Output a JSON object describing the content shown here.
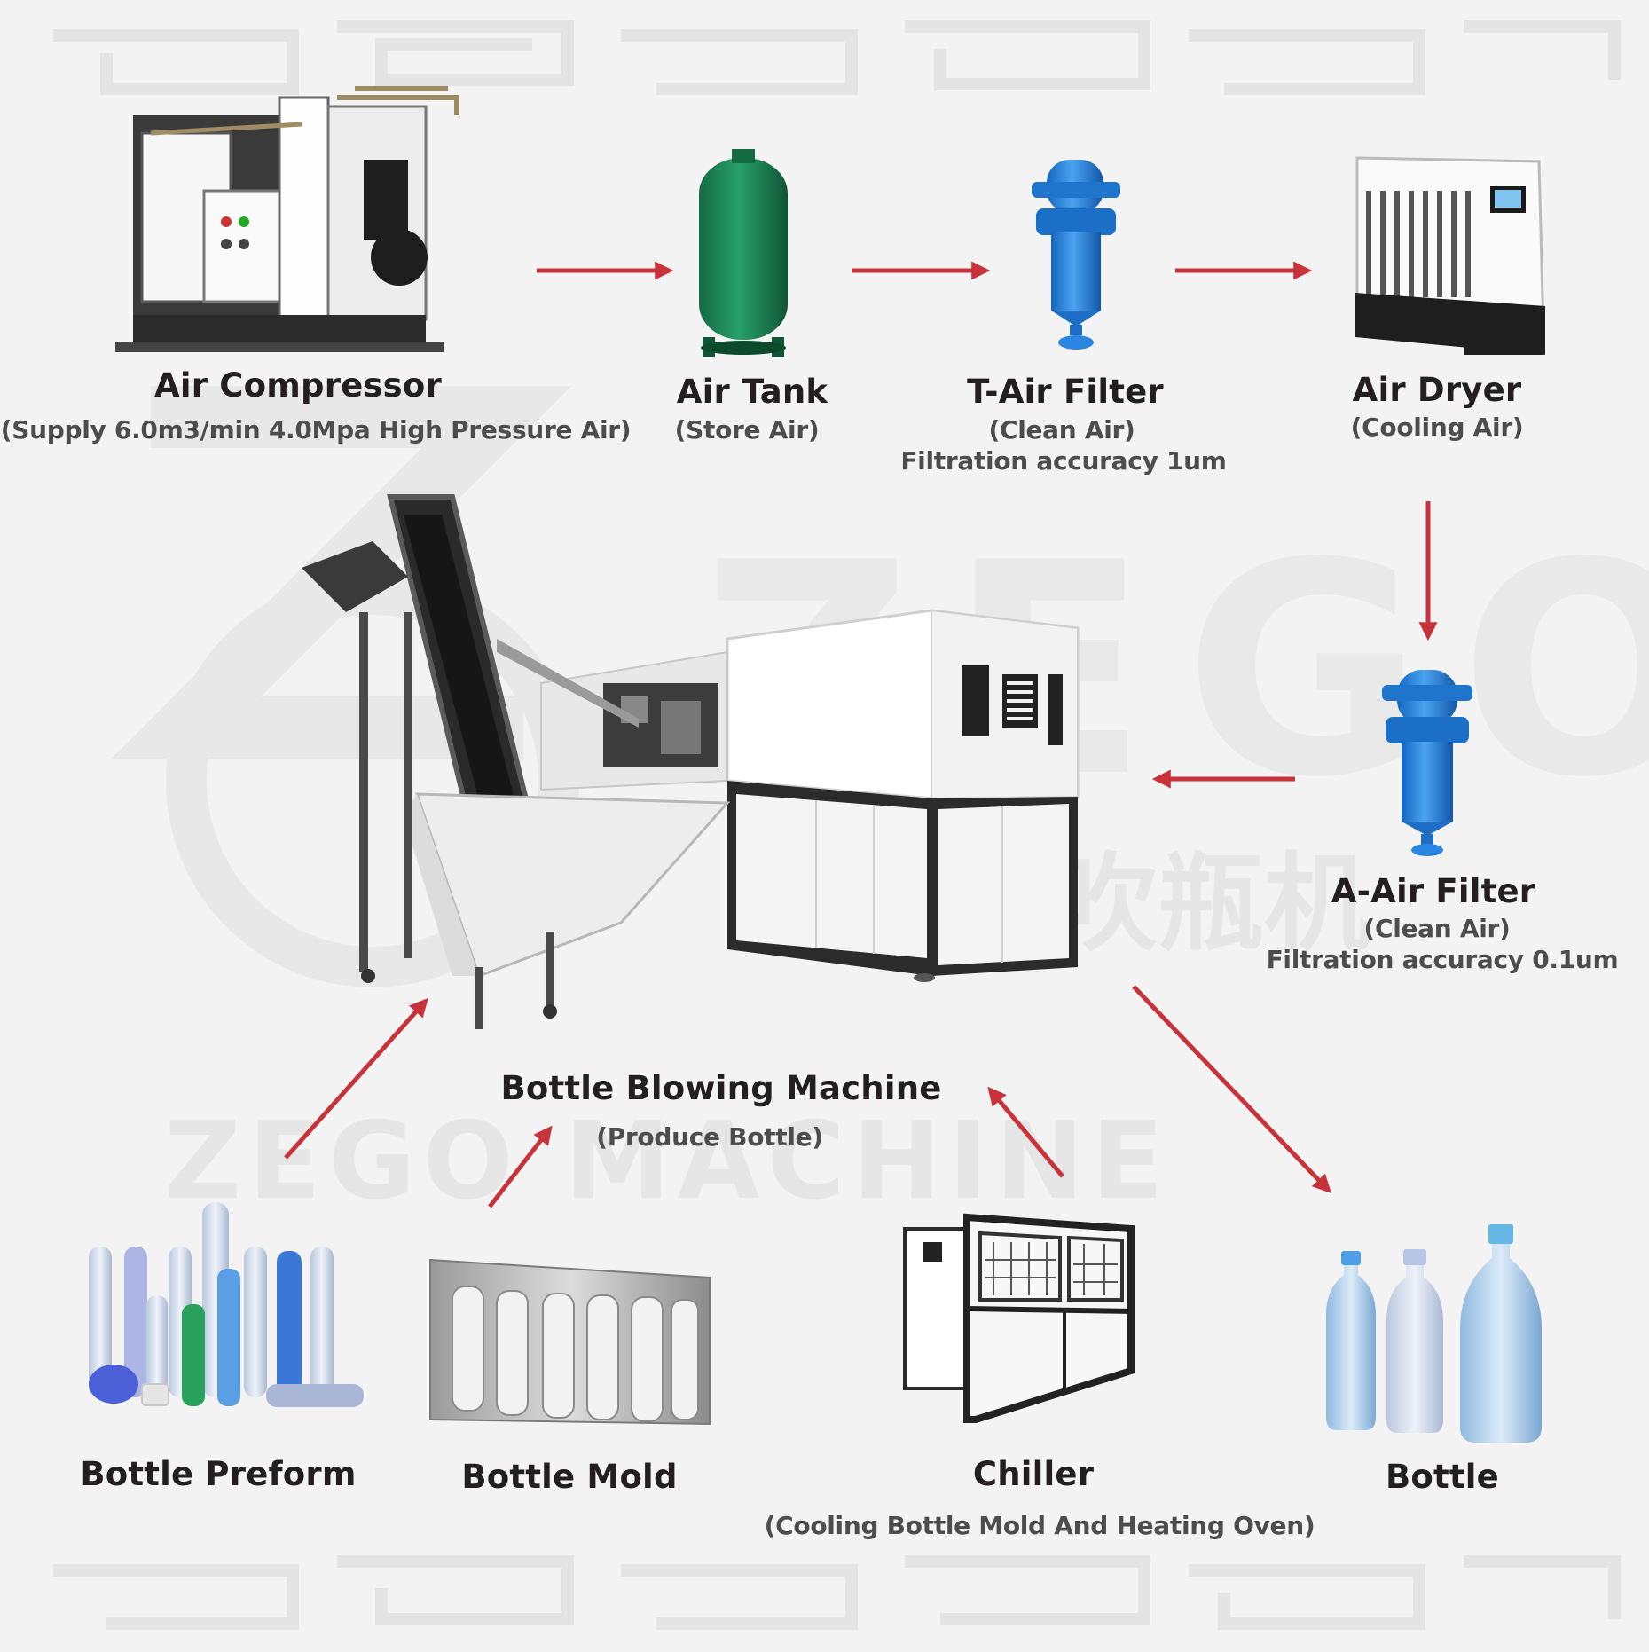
{
  "watermark": {
    "top_text": "ZEGO",
    "brand_text": "ZEGO MACHINE",
    "chinese_text": "吹瓶机"
  },
  "colors": {
    "background": "#f3f3f3",
    "arrow": "#c8323a",
    "title_text": "#231f20",
    "sub_text": "#4d4d4d",
    "tank_green": "#1e8a57",
    "filter_blue": "#2a86e0",
    "machine_dark": "#2b2b2b"
  },
  "components": {
    "air_compressor": {
      "title": "Air Compressor",
      "sub": "(Supply 6.0m3/min 4.0Mpa High Pressure Air)",
      "icon": "air-compressor-icon"
    },
    "air_tank": {
      "title": "Air Tank",
      "sub": "(Store Air)",
      "icon": "air-tank-icon"
    },
    "t_air_filter": {
      "title": "T-Air Filter",
      "sub": "(Clean Air)",
      "detail": "Filtration accuracy 1um",
      "icon": "air-filter-icon"
    },
    "air_dryer": {
      "title": "Air Dryer",
      "sub": "(Cooling Air)",
      "icon": "air-dryer-icon"
    },
    "a_air_filter": {
      "title": "A-Air Filter",
      "sub": "(Clean Air)",
      "detail": "Filtration accuracy 0.1um",
      "icon": "air-filter-icon"
    },
    "blowing_machine": {
      "title": "Bottle Blowing Machine",
      "sub": "(Produce Bottle)",
      "icon": "blowing-machine-icon"
    },
    "bottle_preform": {
      "title": "Bottle Preform",
      "icon": "preform-icon"
    },
    "bottle_mold": {
      "title": "Bottle Mold",
      "icon": "mold-icon"
    },
    "chiller": {
      "title": "Chiller",
      "sub": "(Cooling Bottle Mold And Heating Oven)",
      "icon": "chiller-icon"
    },
    "bottle": {
      "title": "Bottle",
      "icon": "bottle-icon"
    }
  },
  "flows": [
    {
      "from": "Air Compressor",
      "to": "Air Tank"
    },
    {
      "from": "Air Tank",
      "to": "T-Air Filter"
    },
    {
      "from": "T-Air Filter",
      "to": "Air Dryer"
    },
    {
      "from": "Air Dryer",
      "to": "A-Air Filter"
    },
    {
      "from": "A-Air Filter",
      "to": "Bottle Blowing Machine"
    },
    {
      "from": "Bottle Preform",
      "to": "Bottle Blowing Machine"
    },
    {
      "from": "Bottle Mold",
      "to": "Bottle Blowing Machine"
    },
    {
      "from": "Chiller",
      "to": "Bottle Blowing Machine"
    },
    {
      "from": "Bottle Blowing Machine",
      "to": "Bottle"
    }
  ]
}
